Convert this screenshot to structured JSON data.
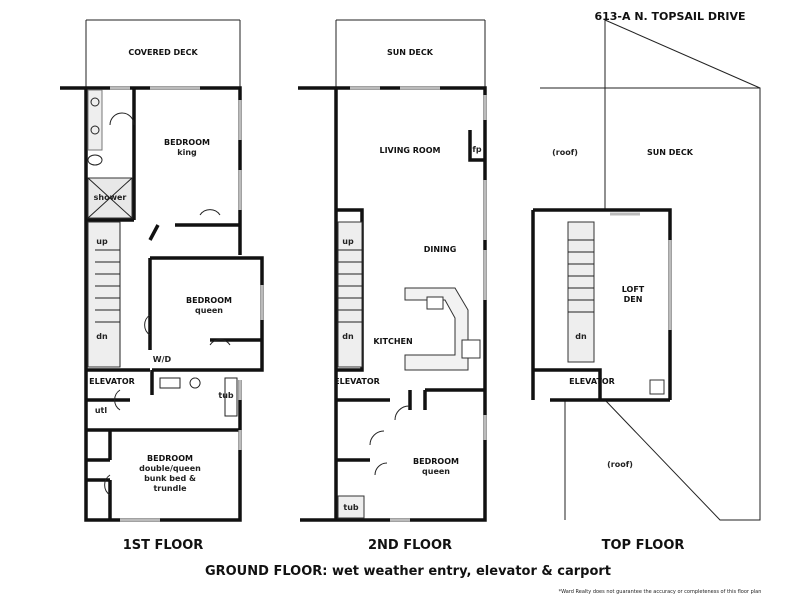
{
  "address": "613-A N. TOPSAIL DRIVE",
  "floors": {
    "first": {
      "title": "1ST FLOOR",
      "rooms": {
        "covered_deck": "COVERED DECK",
        "bedroom_king": "BEDROOM",
        "bedroom_king_sub": "king",
        "shower": "shower",
        "up": "up",
        "dn": "dn",
        "bedroom_queen": "BEDROOM",
        "bedroom_queen_sub": "queen",
        "wd": "W/D",
        "elevator": "ELEVATOR",
        "utl": "utl",
        "tub": "tub",
        "bedroom_bunk": "BEDROOM",
        "bedroom_bunk_sub1": "double/queen",
        "bedroom_bunk_sub2": "bunk bed &",
        "bedroom_bunk_sub3": "trundle"
      }
    },
    "second": {
      "title": "2ND FLOOR",
      "rooms": {
        "sun_deck": "SUN DECK",
        "living_room": "LIVING ROOM",
        "fp": "fp",
        "dining": "DINING",
        "kitchen": "KITCHEN",
        "up": "up",
        "dn": "dn",
        "elevator": "ELEVATOR",
        "bedroom": "BEDROOM",
        "bedroom_sub": "queen",
        "tub": "tub"
      }
    },
    "top": {
      "title": "TOP FLOOR",
      "rooms": {
        "roof1": "(roof)",
        "sun_deck": "SUN DECK",
        "loft": "LOFT",
        "den": "DEN",
        "dn": "dn",
        "elevator": "ELEVATOR",
        "roof2": "(roof)"
      }
    }
  },
  "ground_floor_note": "GROUND FLOOR: wet weather entry, elevator & carport",
  "disclaimer": "*Ward Realty does not guarantee the accuracy or completeness of this floor plan"
}
